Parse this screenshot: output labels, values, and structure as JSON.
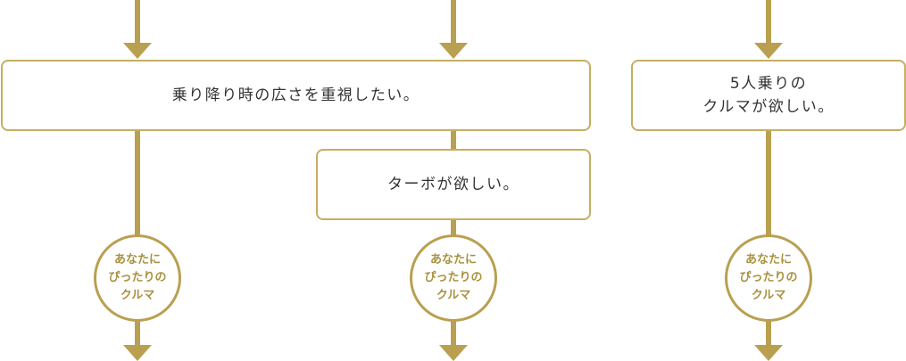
{
  "colors": {
    "line": "#b9a050",
    "box_border": "#c6ae63",
    "text": "#333333",
    "result_text": "#a8923f"
  },
  "nodes": {
    "step_spacious": {
      "label": "乗り降り時の広さを重視したい。"
    },
    "step_turbo": {
      "label": "ターボが欲しい。"
    },
    "step_five_seat": {
      "line1": "5人乗りの",
      "line2": "クルマが欲しい。"
    }
  },
  "results": [
    {
      "line1": "あなたに",
      "line2": "ぴったりの",
      "line3": "クルマ"
    },
    {
      "line1": "あなたに",
      "line2": "ぴったりの",
      "line3": "クルマ"
    },
    {
      "line1": "あなたに",
      "line2": "ぴったりの",
      "line3": "クルマ"
    }
  ]
}
